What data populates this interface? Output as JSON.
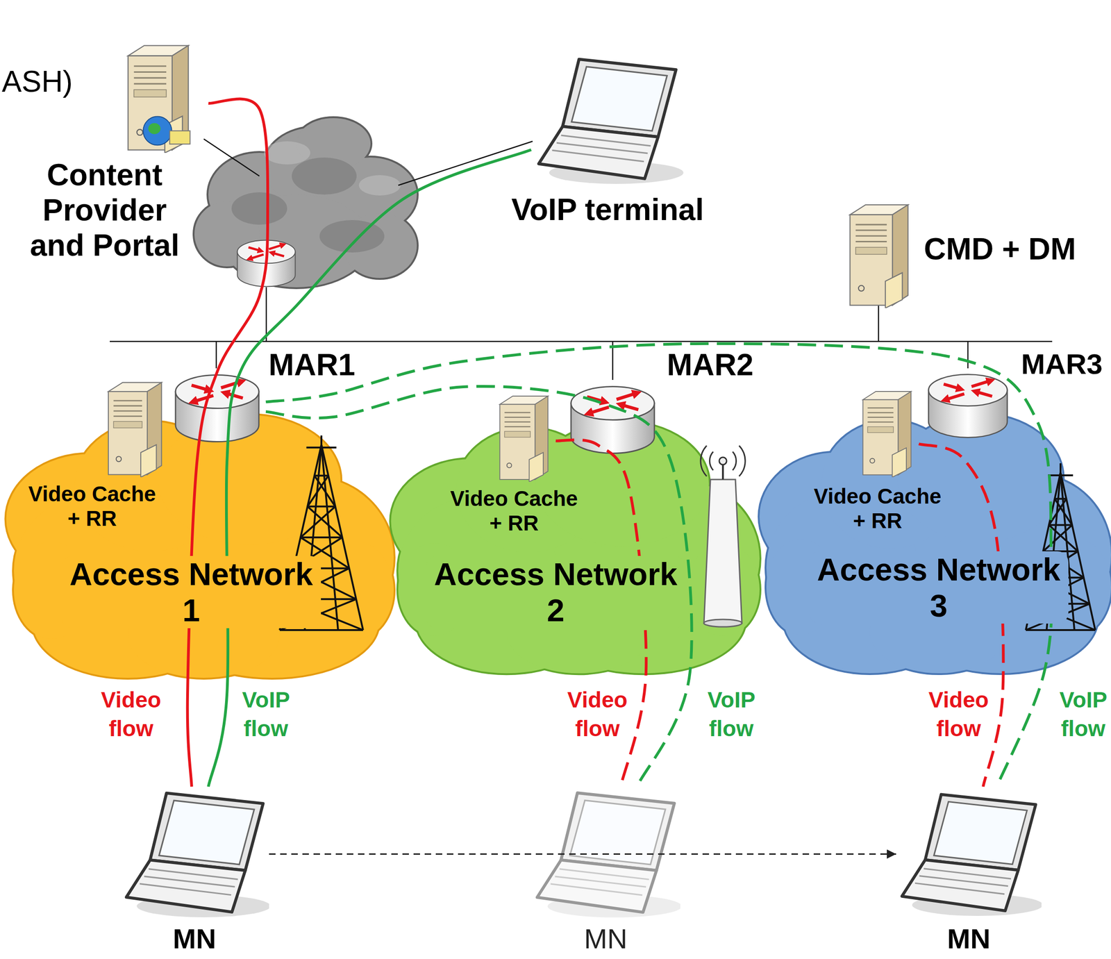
{
  "diagram": {
    "nodes": [
      {
        "text": [
          "Content Provider and Portal"
        ]
      },
      {
        "text": [
          "VoIP terminal"
        ]
      },
      {
        "text": [
          "CMD + DM"
        ]
      },
      {
        "text": [
          "Access Network 1"
        ]
      },
      {
        "text": [
          "MAR1"
        ],
        "in": 3
      },
      {
        "text": [
          "Video Cache + RR"
        ],
        "in": 3
      },
      {
        "text": [
          "Access Network 2"
        ]
      },
      {
        "text": [
          "MAR2"
        ],
        "in": 6
      },
      {
        "text": [
          "Video Cache + RR"
        ],
        "in": 6
      },
      {
        "text": [
          "Access Network 3"
        ]
      },
      {
        "text": [
          "MAR3"
        ],
        "in": 9
      },
      {
        "text": [
          "Video Cache + RR"
        ],
        "in": 9
      },
      {
        "text": [
          "MN"
        ]
      },
      {
        "text": [
          "MN"
        ]
      },
      {
        "text": [
          "MN"
        ]
      }
    ],
    "edges": [
      {
        "from": 0,
        "to": 12,
        "arrow": "none",
        "label": "Video flow"
      },
      {
        "from": 1,
        "to": 12,
        "arrow": "none",
        "label": "VoIP flow"
      },
      {
        "from": 8,
        "to": 13,
        "arrow": "none",
        "label": "Video flow"
      },
      {
        "from": 4,
        "to": 13,
        "arrow": "none",
        "label": "VoIP flow"
      },
      {
        "from": 11,
        "to": 14,
        "arrow": "none",
        "label": "Video flow"
      },
      {
        "from": 4,
        "to": 14,
        "arrow": "none",
        "label": "VoIP flow"
      },
      {
        "from": 12,
        "to": 14,
        "arrow": "to"
      }
    ],
    "labels": [
      "ASH)"
    ]
  }
}
